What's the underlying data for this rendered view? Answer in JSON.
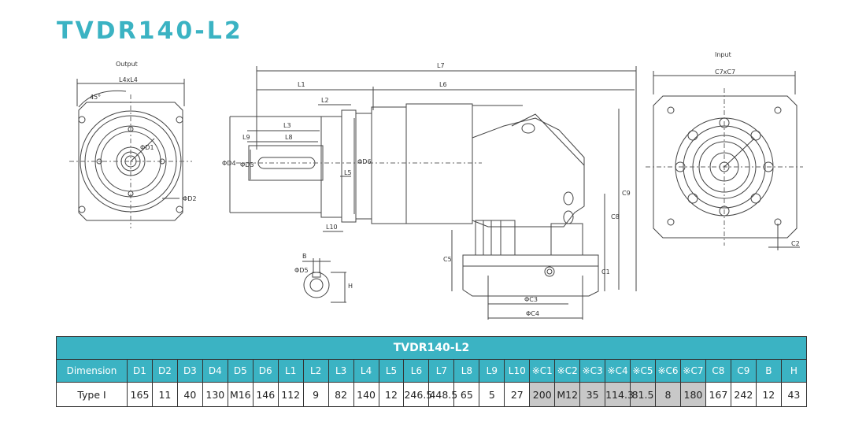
{
  "title": "TVDR140-L2",
  "drawing": {
    "output_label": "Output",
    "input_label": "Input",
    "dims": {
      "l4xl4": "L4xL4",
      "c7xc7": "C7xC7",
      "a45": "45°",
      "d1": "ΦD1",
      "d2": "ΦD2",
      "d3": "ΦD3",
      "d4": "ΦD4",
      "d5": "ΦD5",
      "d6": "ΦD6",
      "l1": "L1",
      "l2": "L2",
      "l3": "L3",
      "l5": "L5",
      "l6": "L6",
      "l7": "L7",
      "l8": "L8",
      "l9": "L9",
      "l10": "L10",
      "b": "B",
      "h": "H",
      "c1": "C1",
      "c2": "C2",
      "c3": "ΦC3",
      "c4": "ΦC4",
      "c5": "C5",
      "c8": "C8",
      "c9": "C9"
    }
  },
  "table": {
    "title": "TVDR140-L2",
    "headers": [
      "Dimension",
      "D1",
      "D2",
      "D3",
      "D4",
      "D5",
      "D6",
      "L1",
      "L2",
      "L3",
      "L4",
      "L5",
      "L6",
      "L7",
      "L8",
      "L9",
      "L10",
      "※C1",
      "※C2",
      "※C3",
      "※C4",
      "※C5",
      "※C6",
      "※C7",
      "C8",
      "C9",
      "B",
      "H"
    ],
    "row": [
      "Type Ⅰ",
      "165",
      "11",
      "40",
      "130",
      "M16",
      "146",
      "112",
      "9",
      "82",
      "140",
      "12",
      "246.5",
      "448.5",
      "65",
      "5",
      "27",
      "200",
      "M12",
      "35",
      "114.3",
      "81.5",
      "8",
      "180",
      "167",
      "242",
      "12",
      "43"
    ]
  }
}
